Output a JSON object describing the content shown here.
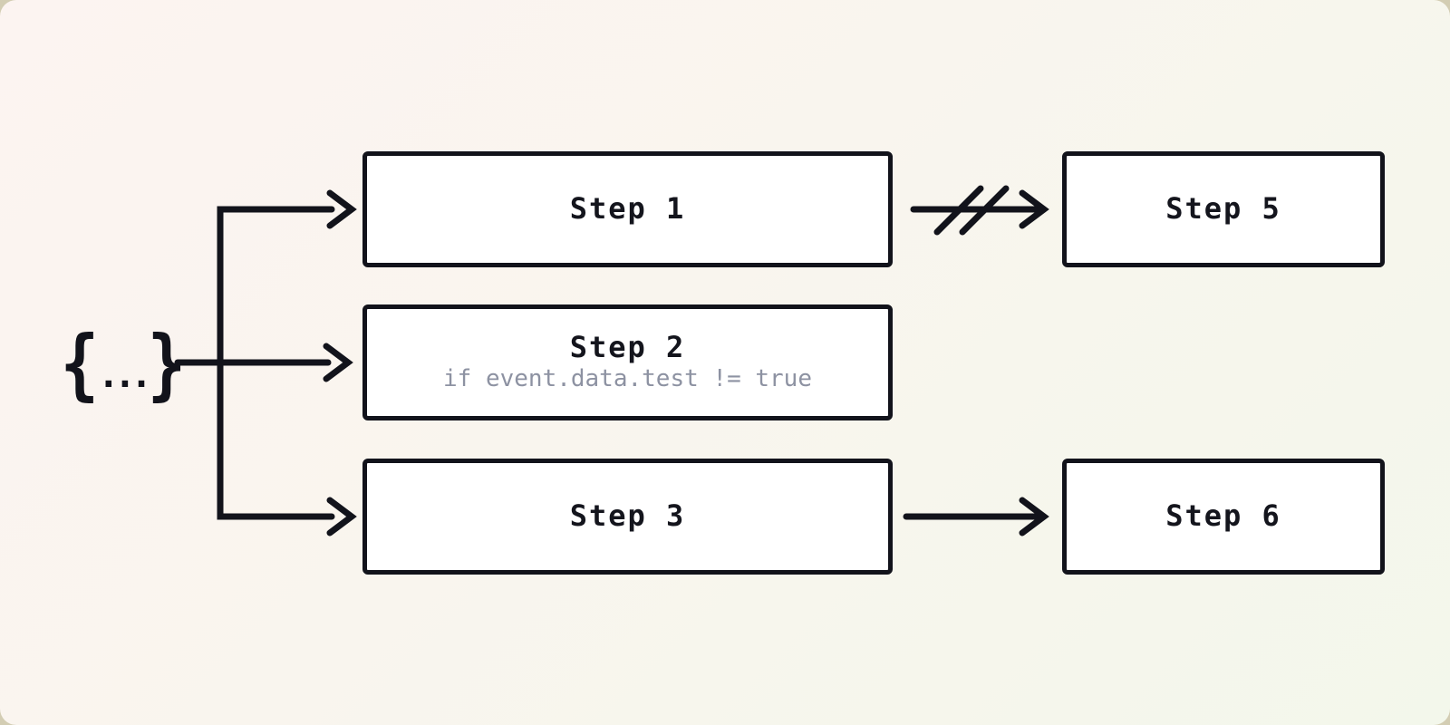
{
  "canvas": {
    "background_start_color": "#fcf4f1",
    "background_end_color": "#f3f7eb",
    "frame_color": "#d3cdb3",
    "stroke_color": "#12131b",
    "node_fill_color": "#ffffff",
    "title_text_color": "#14151d",
    "muted_text_color": "#8d92a2"
  },
  "source": {
    "brace_left": "{",
    "dots": "...",
    "brace_right": "}"
  },
  "steps": [
    {
      "title": "Step 1",
      "subtitle": ""
    },
    {
      "title": "Step 2",
      "subtitle": "if event.data.test != true"
    },
    {
      "title": "Step 3",
      "subtitle": ""
    },
    {
      "title": "Step 5",
      "subtitle": ""
    },
    {
      "title": "Step 6",
      "subtitle": ""
    }
  ]
}
